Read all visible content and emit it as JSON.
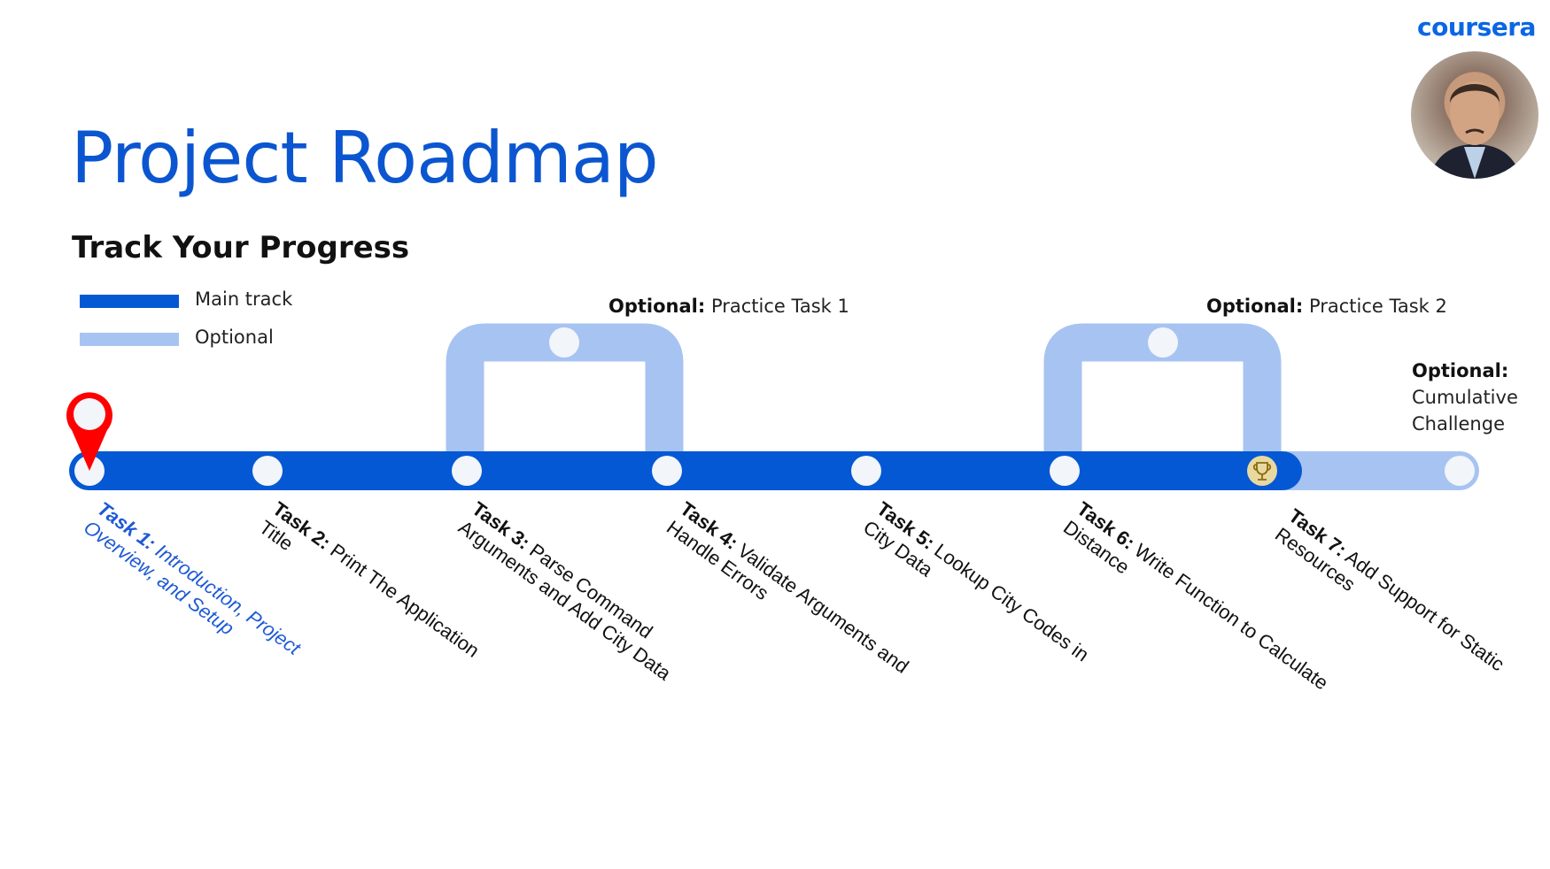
{
  "brand": "coursera",
  "title": "Project Roadmap",
  "subtitle": "Track Your Progress",
  "legend": [
    {
      "label": "Main track",
      "color": "#0558d4"
    },
    {
      "label": "Optional",
      "color": "#a7c3f2"
    }
  ],
  "optional_labels": [
    {
      "prefix": "Optional:",
      "text": "Practice Task 1"
    },
    {
      "prefix": "Optional:",
      "text": "Practice Task 2"
    },
    {
      "prefix": "Optional:",
      "line2": "Cumulative",
      "line3": "Challenge"
    }
  ],
  "tasks": [
    {
      "prefix": "Task 1:",
      "line1": " Introduction, Project",
      "line2": "Overview, and Setup",
      "current": true
    },
    {
      "prefix": "Task 2:",
      "line1": " Print The Application",
      "line2": "Title"
    },
    {
      "prefix": "Task 3:",
      "line1": " Parse Command",
      "line2": "Arguments and Add City Data"
    },
    {
      "prefix": "Task 4:",
      "line1": " Validate Arguments and",
      "line2": "Handle Errors"
    },
    {
      "prefix": "Task 5:",
      "line1": " Lookup City Codes in",
      "line2": "City Data"
    },
    {
      "prefix": "Task 6:",
      "line1": " Write Function to Calculate",
      "line2": "Distance"
    },
    {
      "prefix": "Task 7:",
      "line1": " Add Support for Static",
      "line2": "Resources"
    }
  ],
  "colors": {
    "main": "#0558d4",
    "optional": "#a7c3f2",
    "pin": "#ff0000",
    "trophy": "#e8d9a0"
  }
}
